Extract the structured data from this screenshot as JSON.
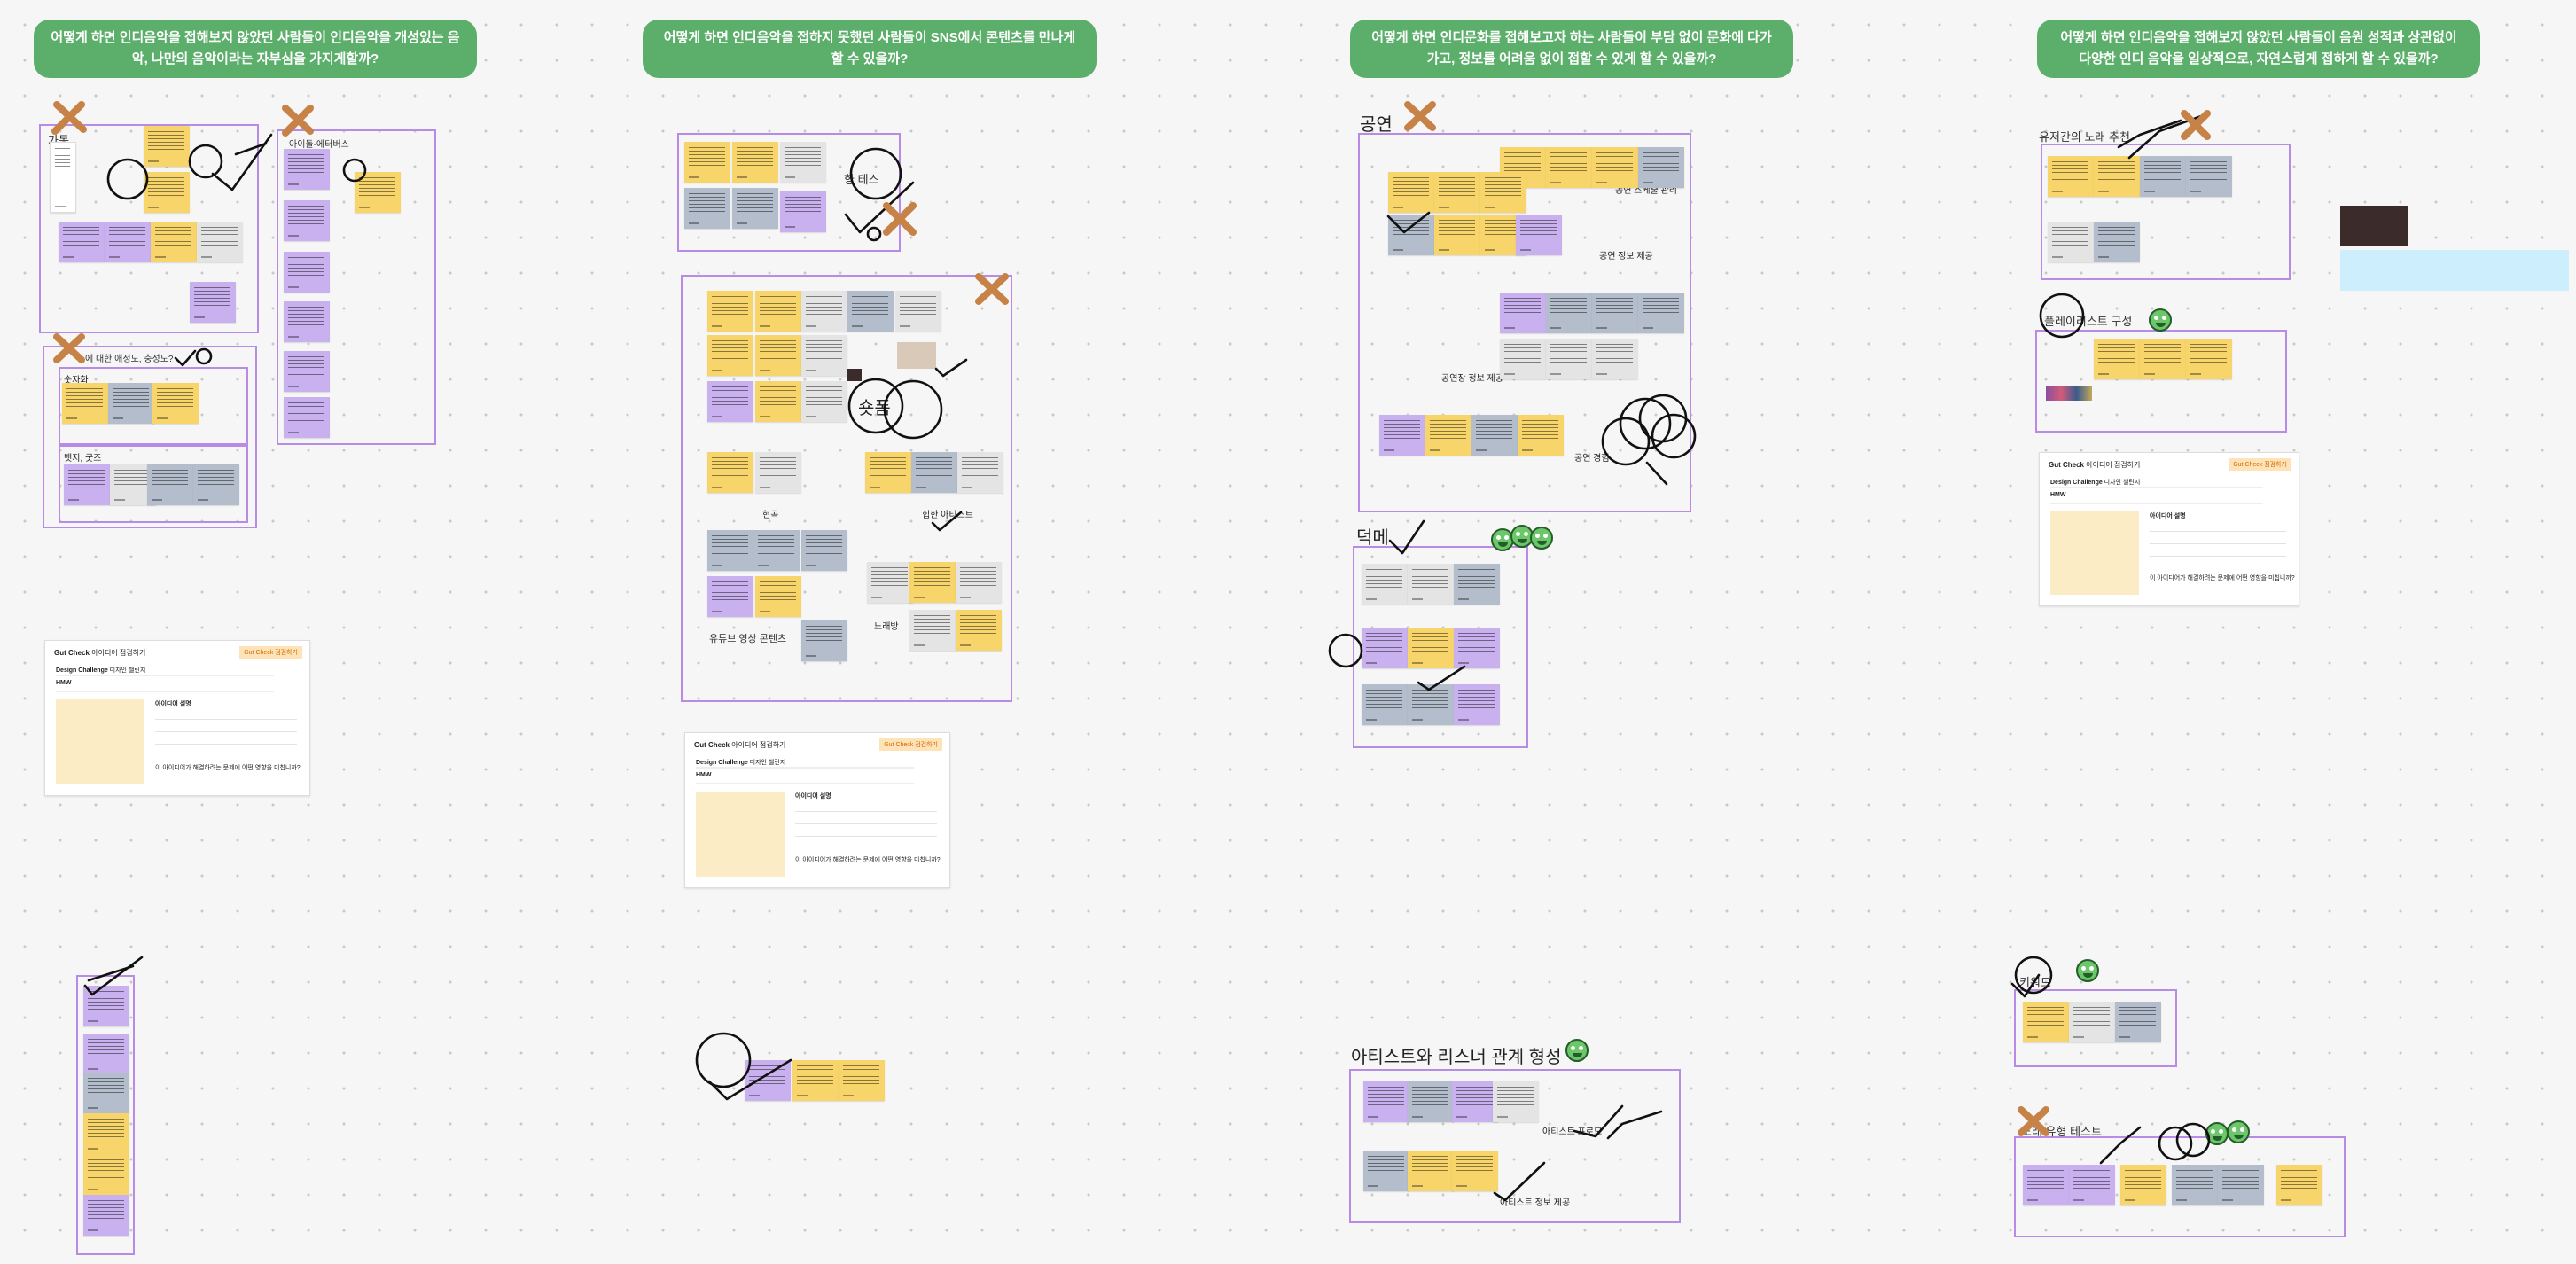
{
  "hmw": [
    "어떻게 하면 인디음악을 접해보지 않았던 사람들이 인디음악을 개성있는 음악, 나만의 음악이라는 자부심을 가지게할까?",
    "어떻게 하면 인디음악을 접하지 못했던 사람들이 SNS에서 콘텐츠를 만나게 할 수 있을까?",
    "어떻게 하면 인디문화를 접해보고자 하는 사람들이 부담 없이 문화에 다가가고, 정보를 어려움 없이 접할 수 있게 할 수 있을까?",
    "어떻게 하면 인디음악을 접해보지 않았던 사람들이 음원 성적과 상관없이 다양한 인디 음악을 일상적으로, 자연스럽게 접하게 할 수 있을까?"
  ],
  "labels": {
    "c1_label1": "가동",
    "c1_label2": "아이돌-에터버스",
    "c1_label3": "에 대한 애정도, 충성도?",
    "c1_sub1": "숫자화",
    "c1_sub2": "뱃지, 굿즈",
    "c2_test": "향 테스",
    "c2_shorts": "숏폼",
    "c2_tag1": "현곡",
    "c2_tag2": "힙한 아티스트",
    "c2_youtube": "유튜브 영상 콘텐츠",
    "c2_norae": "노래방",
    "c3_perf": "공연",
    "c3_manage": "공연 스케줄 관리",
    "c3_info1": "공연 정보 제공",
    "c3_info2": "공연장 정보 제공",
    "c3_exp": "공연 경험",
    "c3_deokme": "덕메",
    "c3_artist": "아티스트와 리스너 관계 형성",
    "c3_promo": "아티스트 프로모",
    "c3_artist_info": "아티스트 정보 제공",
    "c4_rec": "유저간의 노래 추천",
    "c4_playlist": "플레이리스트 구성",
    "c4_keyword": "키워드",
    "c4_type": "노래 유형 테스트"
  },
  "gut_check": {
    "title_bold": "Gut Check",
    "title_rest": " 아이디어 점검하기",
    "badge": "Gut Check 점검하기",
    "design_challenge": "Design Challenge",
    "design_challenge_rest": " 디자인 챌린지",
    "hmw": "HMW",
    "idea": "아이디어 설명",
    "question": "이 아이디어가 해결하려는 문제에 어떤 영향을 미칩니까?"
  },
  "colors": {
    "green": "#5cae6b",
    "frame": "#b78be6",
    "yellow": "#f7d56a",
    "purple": "#c9b1ef",
    "gray": "#b3bdcb"
  }
}
